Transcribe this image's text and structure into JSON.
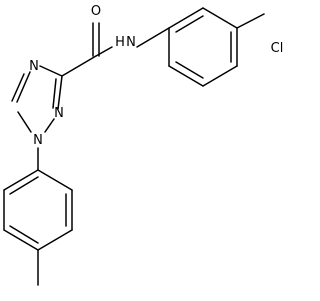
{
  "molecule": {
    "atoms": {
      "o_carbonyl": "O",
      "n_amide": "N",
      "h_amide": "H",
      "cl": "Cl",
      "n_ring_upper": "N",
      "n_ring_lower": "N",
      "n_ring_1": "N"
    },
    "colors": {
      "bond": "#000000",
      "label": "#000000",
      "background": "#ffffff"
    }
  }
}
